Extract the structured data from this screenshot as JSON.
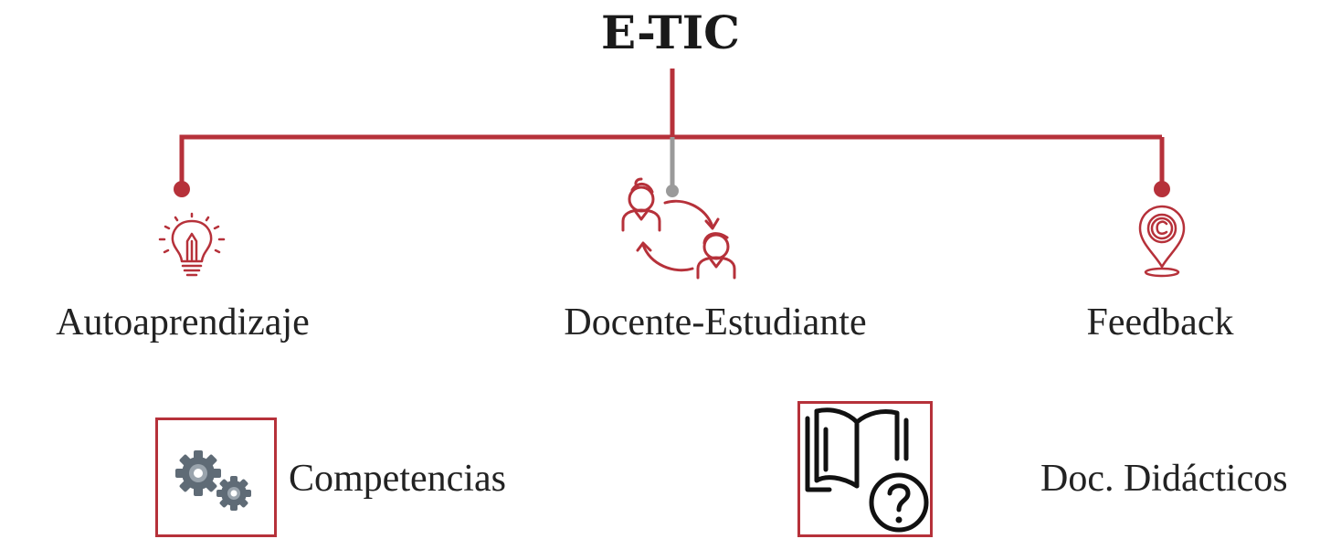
{
  "diagram": {
    "title": "E-TIC",
    "branches": [
      {
        "id": "autoaprendizaje",
        "label": "Autoaprendizaje",
        "icon": "lightbulb-pencil-icon"
      },
      {
        "id": "docente-estudiante",
        "label": "Docente-Estudiante",
        "icon": "teacher-student-exchange-icon"
      },
      {
        "id": "feedback",
        "label": "Feedback",
        "icon": "map-pin-copyright-icon"
      }
    ],
    "bottom_items": [
      {
        "id": "competencias",
        "label": "Competencias",
        "icon": "gears-icon"
      },
      {
        "id": "doc-didacticos",
        "label": "Doc. Didácticos",
        "icon": "book-question-icon"
      }
    ]
  },
  "colors": {
    "accent": "#b6313a",
    "connector_gray": "#9a9a9a",
    "gear": "#5f6b76",
    "text": "#1f1f1f"
  }
}
